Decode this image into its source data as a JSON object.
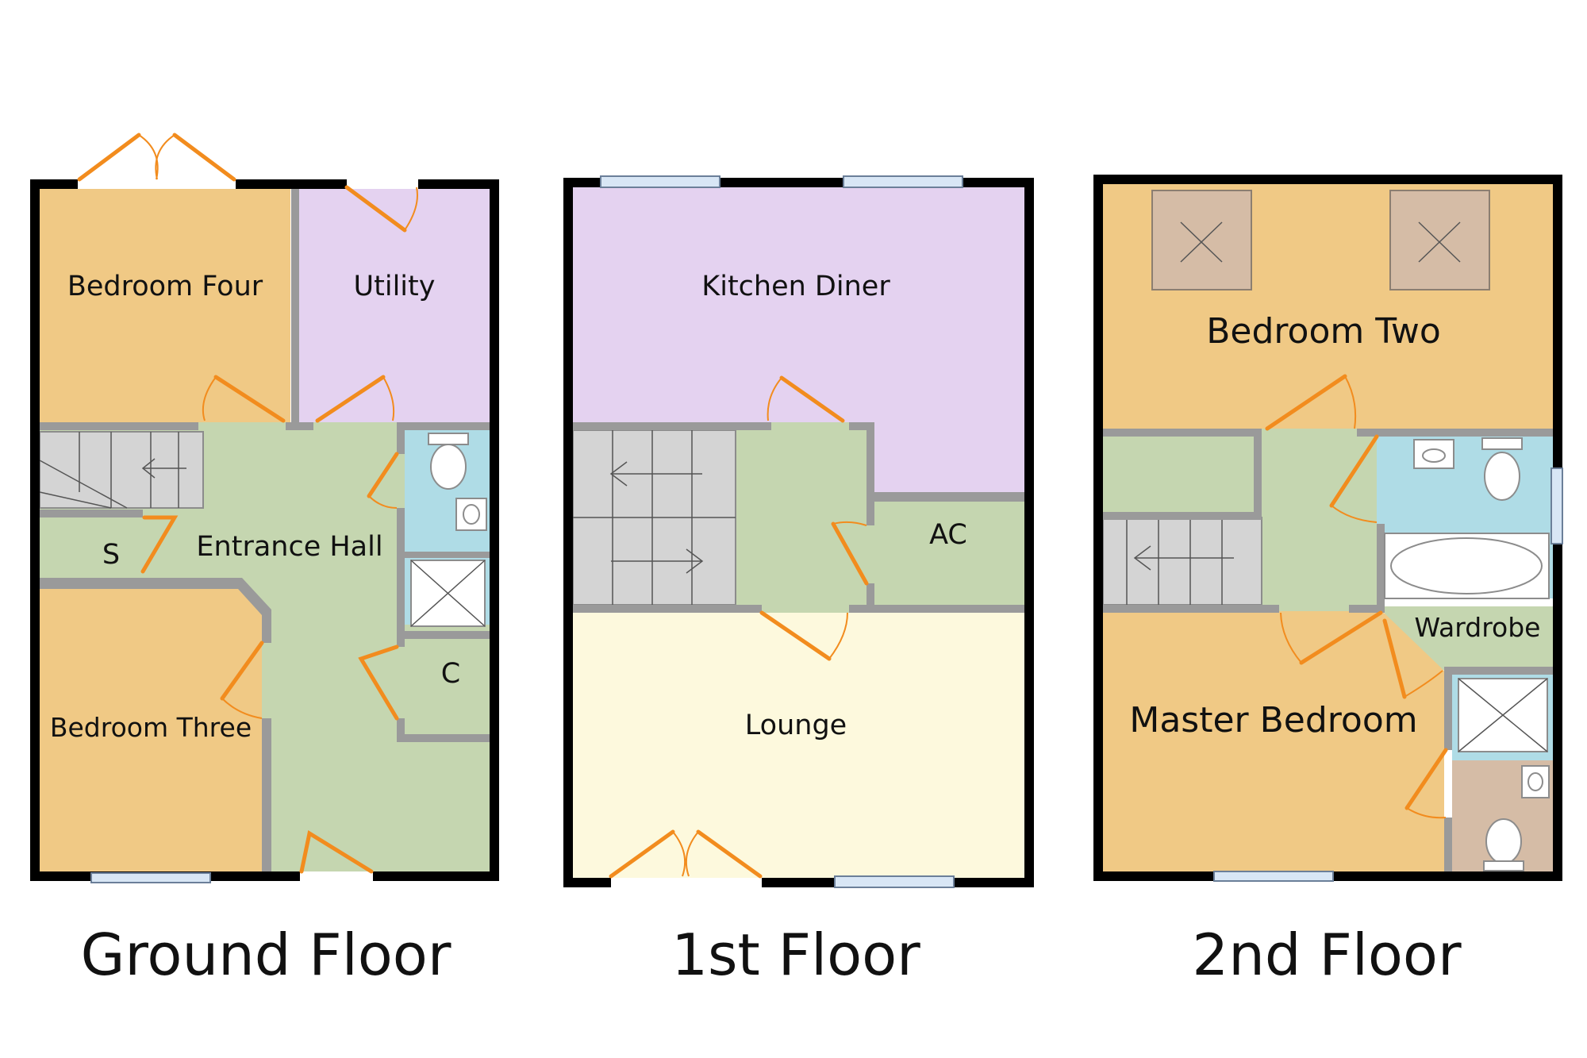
{
  "colors": {
    "bedroom": "#f0c985",
    "utility": "#e4d2f0",
    "hall": "#c5d6b0",
    "bathroom": "#afdce6",
    "lounge": "#fdf9dd",
    "ensuite": "#d5bca6",
    "stairs": "#d4d4d4",
    "door": "#f28c1e",
    "wall": "#000000"
  },
  "floors": {
    "ground": {
      "title": "Ground Floor",
      "rooms": {
        "bedroom_four": "Bedroom Four",
        "utility": "Utility",
        "entrance_hall": "Entrance Hall",
        "store": "S",
        "bedroom_three": "Bedroom Three",
        "cupboard": "C"
      }
    },
    "first": {
      "title": "1st Floor",
      "rooms": {
        "kitchen_diner": "Kitchen Diner",
        "airing_cupboard": "AC",
        "lounge": "Lounge"
      }
    },
    "second": {
      "title": "2nd Floor",
      "rooms": {
        "bedroom_two": "Bedroom Two",
        "wardrobe": "Wardrobe",
        "master_bedroom": "Master Bedroom"
      }
    }
  }
}
